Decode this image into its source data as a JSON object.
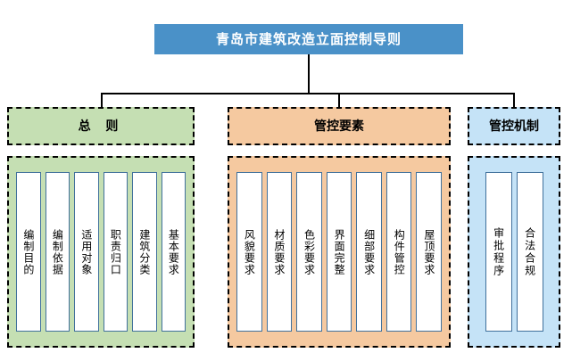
{
  "diagram": {
    "title": "青岛市建筑改造立面控制导则",
    "colors": {
      "title_bg": "#4a91c8",
      "title_text": "#ffffff",
      "green_fill": "#c5dfb3",
      "orange_fill": "#f5c9a0",
      "blue_fill": "#c5e3f7",
      "card_border": "#41719c",
      "dashed_border": "#000000"
    },
    "branches": [
      {
        "id": "general-principles",
        "label": "总 则",
        "fill": "#c5dfb3",
        "items": [
          {
            "label": "编制目的"
          },
          {
            "label": "编制依据"
          },
          {
            "label": "适用对象"
          },
          {
            "label": "职责归口"
          },
          {
            "label": "建筑分类"
          },
          {
            "label": "基本要求"
          }
        ]
      },
      {
        "id": "control-elements",
        "label": "管控要素",
        "fill": "#f5c9a0",
        "items": [
          {
            "label": "风貌要求"
          },
          {
            "label": "材质要求"
          },
          {
            "label": "色彩要求"
          },
          {
            "label": "界面完整"
          },
          {
            "label": "细部要求"
          },
          {
            "label": "构件管控"
          },
          {
            "label": "屋顶要求"
          }
        ]
      },
      {
        "id": "control-mechanism",
        "label": "管控机制",
        "fill": "#c5e3f7",
        "items": [
          {
            "label": "审批程序"
          },
          {
            "label": "合法合规"
          }
        ]
      }
    ]
  }
}
